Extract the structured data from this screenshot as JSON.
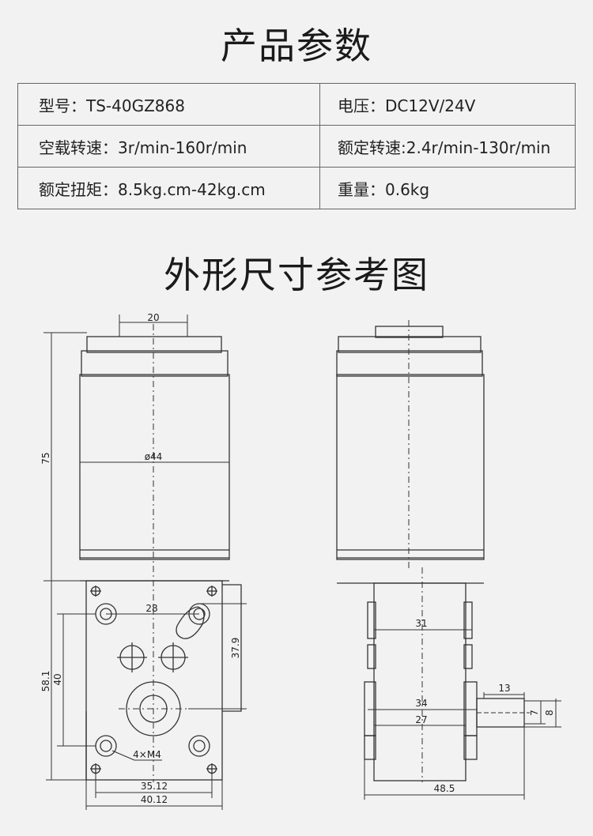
{
  "title": "产品参数",
  "specs": [
    [
      "型号：TS-40GZ868",
      "电压：DC12V/24V"
    ],
    [
      "空载转速：3r/min-160r/min",
      "额定转速:2.4r/min-130r/min"
    ],
    [
      "额定扭矩：8.5kg.cm-42kg.cm",
      "重量：0.6kg"
    ]
  ],
  "drawing_title": "外形尺寸参考图",
  "dims": {
    "top_width": "20",
    "height": "75",
    "diameter": "ø44",
    "hole_spacing": "28",
    "offset_vertical": "37.9",
    "plate_height": "58.1",
    "hole_vertical": "40",
    "screw": "4×M4",
    "plate_width_inner": "35.12",
    "plate_width": "40.12",
    "gear_width": "31",
    "shaft_length": "13",
    "shaft_dia_inner": "7",
    "shaft_dia_outer": "8",
    "box_width": "34",
    "box_inner": "27",
    "total_depth": "48.5"
  }
}
